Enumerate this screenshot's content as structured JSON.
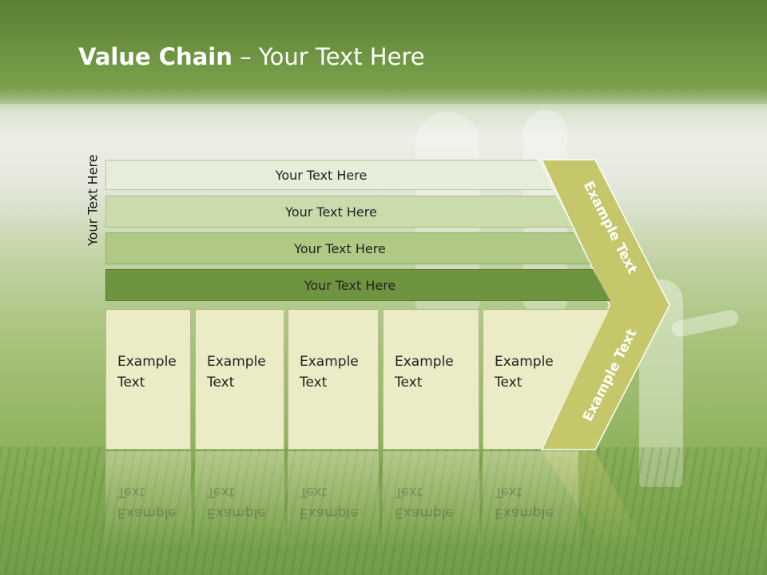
{
  "title": {
    "bold": "Value Chain",
    "rest": " – Your Text Here"
  },
  "side_label": "Your Text Here",
  "bars": [
    {
      "label": "Your Text Here",
      "color": "#e6edd8"
    },
    {
      "label": "Your Text Here",
      "color": "#cadcab"
    },
    {
      "label": "Your Text Here",
      "color": "#afc985"
    },
    {
      "label": "Your Text Here",
      "color": "#6f9440"
    }
  ],
  "boxes": [
    {
      "line1": "Example",
      "line2": "Text"
    },
    {
      "line1": "Example",
      "line2": "Text"
    },
    {
      "line1": "Example",
      "line2": "Text"
    },
    {
      "line1": "Example",
      "line2": "Text"
    },
    {
      "line1": "Example",
      "line2": "Text"
    }
  ],
  "chevron": {
    "upper_label": "Example Text",
    "lower_label": "Example Text",
    "color": "#c5c76a"
  }
}
